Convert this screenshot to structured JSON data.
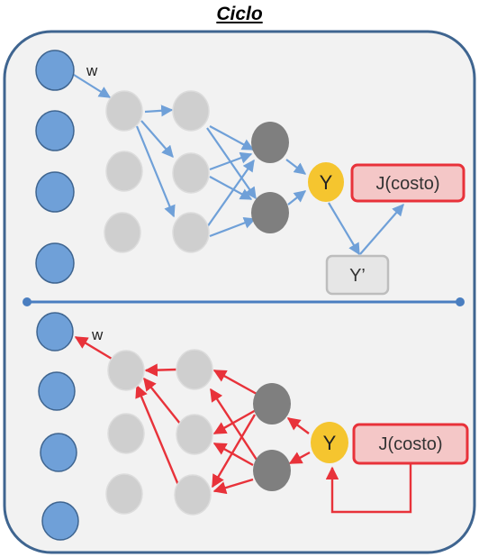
{
  "title": "Ciclo",
  "forward": {
    "weight_label": "w",
    "output_label": "Y",
    "cost_label": "J(costo)",
    "target_label": "Y’"
  },
  "backward": {
    "weight_label": "w",
    "output_label": "Y",
    "cost_label": "J(costo)"
  },
  "colors": {
    "input_node": "#6fa0d8",
    "hidden_node": "#cfcfcf",
    "dark_node": "#7f7f7f",
    "output_node": "#f5c52f",
    "cost_box": "#f4c7c7",
    "cost_border": "#e8323a",
    "forward_arrow": "#6fa0d8",
    "backward_arrow": "#e8323a",
    "frame": "#3f6590",
    "panel": "#f2f2f2"
  }
}
